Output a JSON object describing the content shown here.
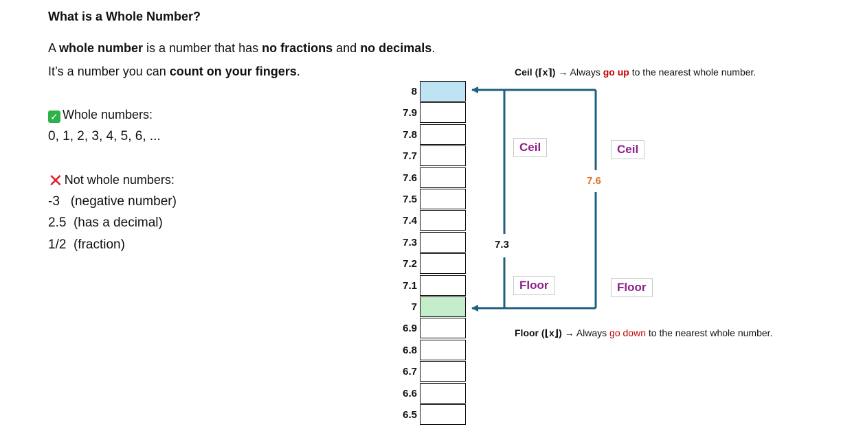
{
  "heading": "What is a Whole Number?",
  "definition": {
    "prefix": "A ",
    "term": "whole number",
    "mid": " is a number that has ",
    "no_fractions": "no fractions",
    "and": " and ",
    "no_decimals": "no decimals",
    "end": "."
  },
  "count_line": {
    "prefix": "It’s a number you can ",
    "bold": "count on your fingers",
    "end": "."
  },
  "whole_numbers": {
    "icon": "check-mark-icon",
    "label": "Whole numbers:",
    "list": "0, 1, 2, 3, 4, 5, 6, ..."
  },
  "not_whole_numbers": {
    "icon": "cross-mark-icon",
    "label": "Not whole numbers:",
    "examples": [
      "-3   (negative number)",
      "2.5  (has a decimal)",
      "1/2  (fraction)"
    ]
  },
  "number_line": {
    "ticks": [
      "8",
      "7.9",
      "7.8",
      "7.7",
      "7.6",
      "7.5",
      "7.4",
      "7.3",
      "7.2",
      "7.1",
      "7",
      "6.9",
      "6.8",
      "6.7",
      "6.6",
      "6.5"
    ],
    "highlight_ceil": "8",
    "highlight_floor": "7",
    "ceil_color": "#bfe3f3",
    "floor_color": "#c5eccb"
  },
  "ceil_note": {
    "prefix": "Ceil (⌈x⌉)",
    "arrow": " → Always ",
    "emph": "go up",
    "rest": " to the nearest whole number."
  },
  "floor_note": {
    "prefix": "Floor (⌊x⌋)",
    "arrow": " → Always ",
    "emph": "go down",
    "rest": " to the nearest whole number."
  },
  "example_inner": {
    "value": "7.3",
    "ceil_label": "Ceil",
    "floor_label": "Floor",
    "color": "#111111"
  },
  "example_outer": {
    "value": "7.6",
    "ceil_label": "Ceil",
    "floor_label": "Floor",
    "color": "#e07020"
  },
  "colors": {
    "arrow": "#1f5f7f",
    "label_text": "#8e1e8a",
    "emphasis_red": "#c00000"
  }
}
